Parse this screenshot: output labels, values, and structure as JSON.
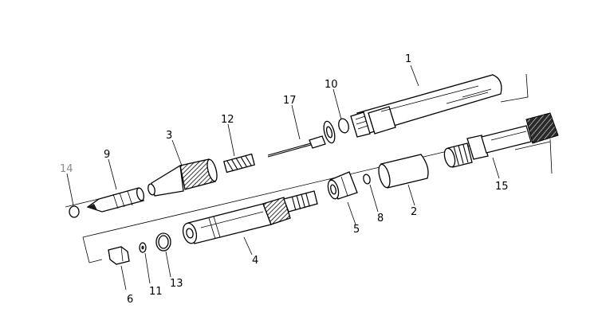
{
  "diagram": {
    "parts": [
      {
        "id": "p1",
        "number": "1"
      },
      {
        "id": "p2",
        "number": "2"
      },
      {
        "id": "p3",
        "number": "3"
      },
      {
        "id": "p4",
        "number": "4"
      },
      {
        "id": "p5",
        "number": "5"
      },
      {
        "id": "p6",
        "number": "6"
      },
      {
        "id": "p8",
        "number": "8"
      },
      {
        "id": "p9",
        "number": "9"
      },
      {
        "id": "p10",
        "number": "10"
      },
      {
        "id": "p11",
        "number": "11"
      },
      {
        "id": "p12",
        "number": "12"
      },
      {
        "id": "p13",
        "number": "13"
      },
      {
        "id": "p14",
        "number": "14"
      },
      {
        "id": "p15",
        "number": "15"
      },
      {
        "id": "p17",
        "number": "17"
      }
    ]
  }
}
